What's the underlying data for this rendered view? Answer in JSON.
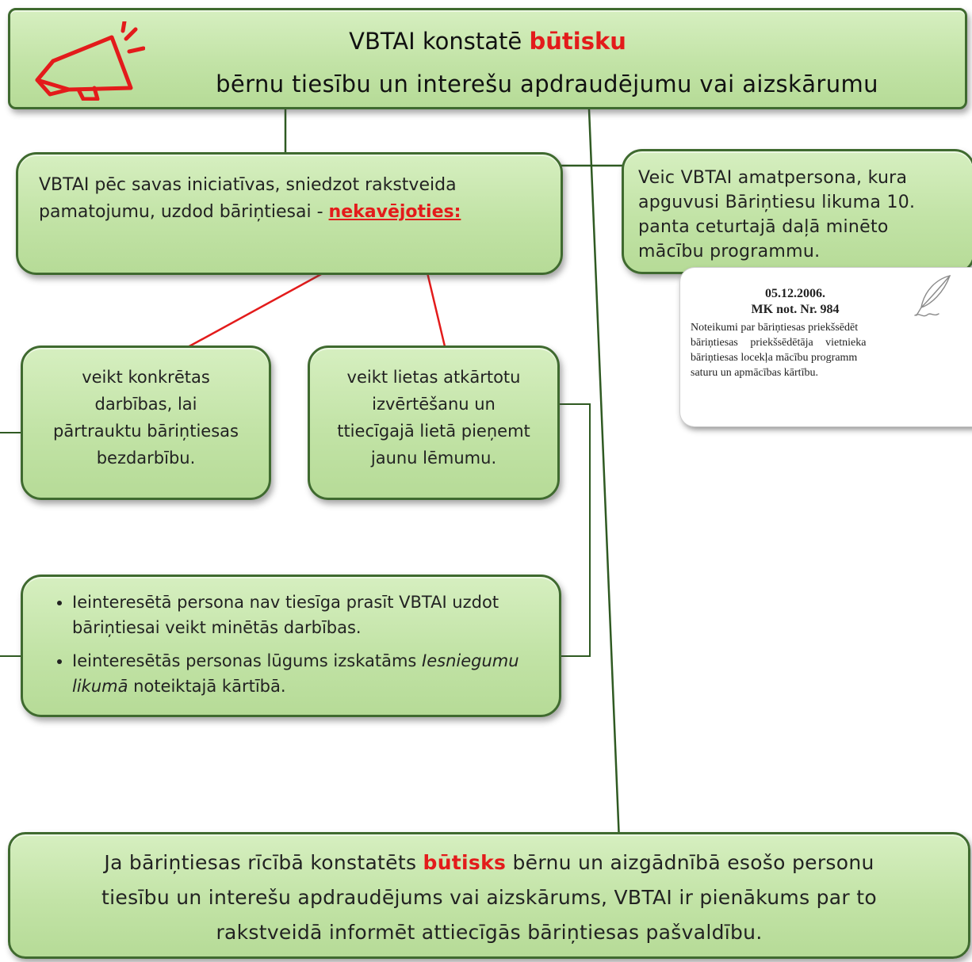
{
  "header": {
    "line1_before": "VBTAI konstatē ",
    "line1_highlight": "būtisku",
    "line2": "bērnu tiesību un interešu apdraudējumu vai aizskārumu"
  },
  "initiative": {
    "text": "VBTAI pēc savas iniciatīvas, sniedzot rakstveida pamatojumu, uzdod bāriņtiesai - ",
    "highlight": "nekavējoties:"
  },
  "official": {
    "text": "Veic VBTAI amatpersona, kura apguvusi Bāriņtiesu likuma 10. panta ceturtajā daļā minēto mācību programmu."
  },
  "regulation_note": {
    "date": "05.12.2006.",
    "reference": "MK not. Nr. 984",
    "lines": [
      "Noteikumi par bāriņtiesas priekšsēdēt",
      "bāriņtiesas priekšsēdētāja vietnieka",
      "bāriņtiesas locekļa mācību programm",
      "saturu un apmācības kārtību."
    ]
  },
  "actions": {
    "left": [
      "veikt konkrētas",
      "darbības, lai",
      "pārtrauktu bāriņtiesas",
      "bezdarbību."
    ],
    "right": [
      "veikt lietas atkārtotu",
      "izvērtēšanu un",
      "ttiecīgajā lietā pieņemt",
      "jaunu lēmumu."
    ]
  },
  "notes": {
    "item1": "Ieinteresētā persona nav tiesīga prasīt VBTAI uzdot bāriņtiesai veikt minētās darbības.",
    "item2_before": "Ieinteresētās personas lūgums izskatāms ",
    "item2_italic": "Iesniegumu likumā",
    "item2_after": " noteiktajā kārtībā."
  },
  "footer": {
    "line1_before": "Ja bāriņtiesas rīcībā konstatēts ",
    "line1_highlight": "būtisks",
    "line1_after": " bērnu un aizgādnībā esošo personu",
    "line2": "tiesību un interešu apdraudējums vai aizskārums, VBTAI ir pienākums par to",
    "line3": "rakstveidā informēt attiecīgās bāriņtiesas pašvaldību."
  },
  "colors": {
    "box_fill": "#c4e5a9",
    "box_border": "#3f6a2f",
    "connector": "#2f5a22",
    "highlight": "#e31b1b"
  }
}
